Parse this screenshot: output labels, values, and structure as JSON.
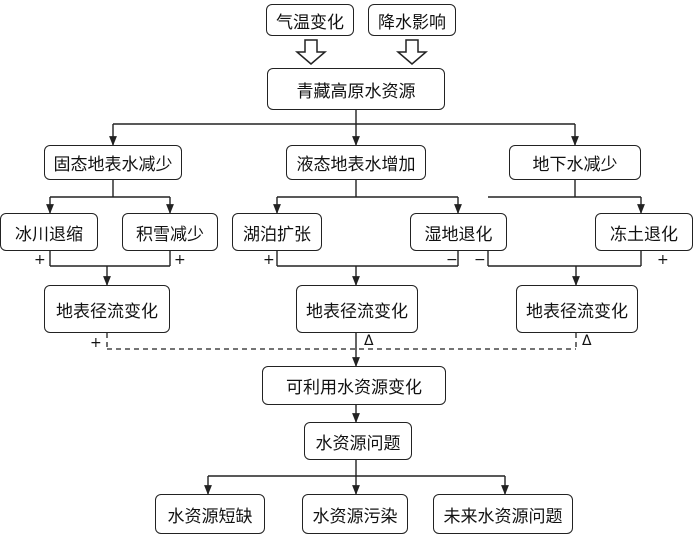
{
  "drivers": {
    "temperature": "气温变化",
    "precipitation": "降水影响"
  },
  "center": "青藏高原水资源",
  "branches": {
    "solid": {
      "title": "固态地表水减少",
      "children": [
        "冰川退缩",
        "积雪减少"
      ],
      "signs": [
        "+",
        "+"
      ],
      "runoff": "地表径流变化",
      "runoff_sign": "+"
    },
    "liquid": {
      "title": "液态地表水增加",
      "children": [
        "湖泊扩张",
        "湿地退化"
      ],
      "signs": [
        "+",
        "−"
      ],
      "runoff": "地表径流变化",
      "runoff_sign": "Δ"
    },
    "ground": {
      "title": "地下水减少",
      "children": [
        "冻土退化"
      ],
      "signs": [
        "−",
        "+"
      ],
      "runoff": "地表径流变化",
      "runoff_sign": "Δ"
    }
  },
  "usable": "可利用水资源变化",
  "problems": {
    "title": "水资源问题",
    "items": [
      "水资源短缺",
      "水资源污染",
      "未来水资源问题"
    ]
  }
}
